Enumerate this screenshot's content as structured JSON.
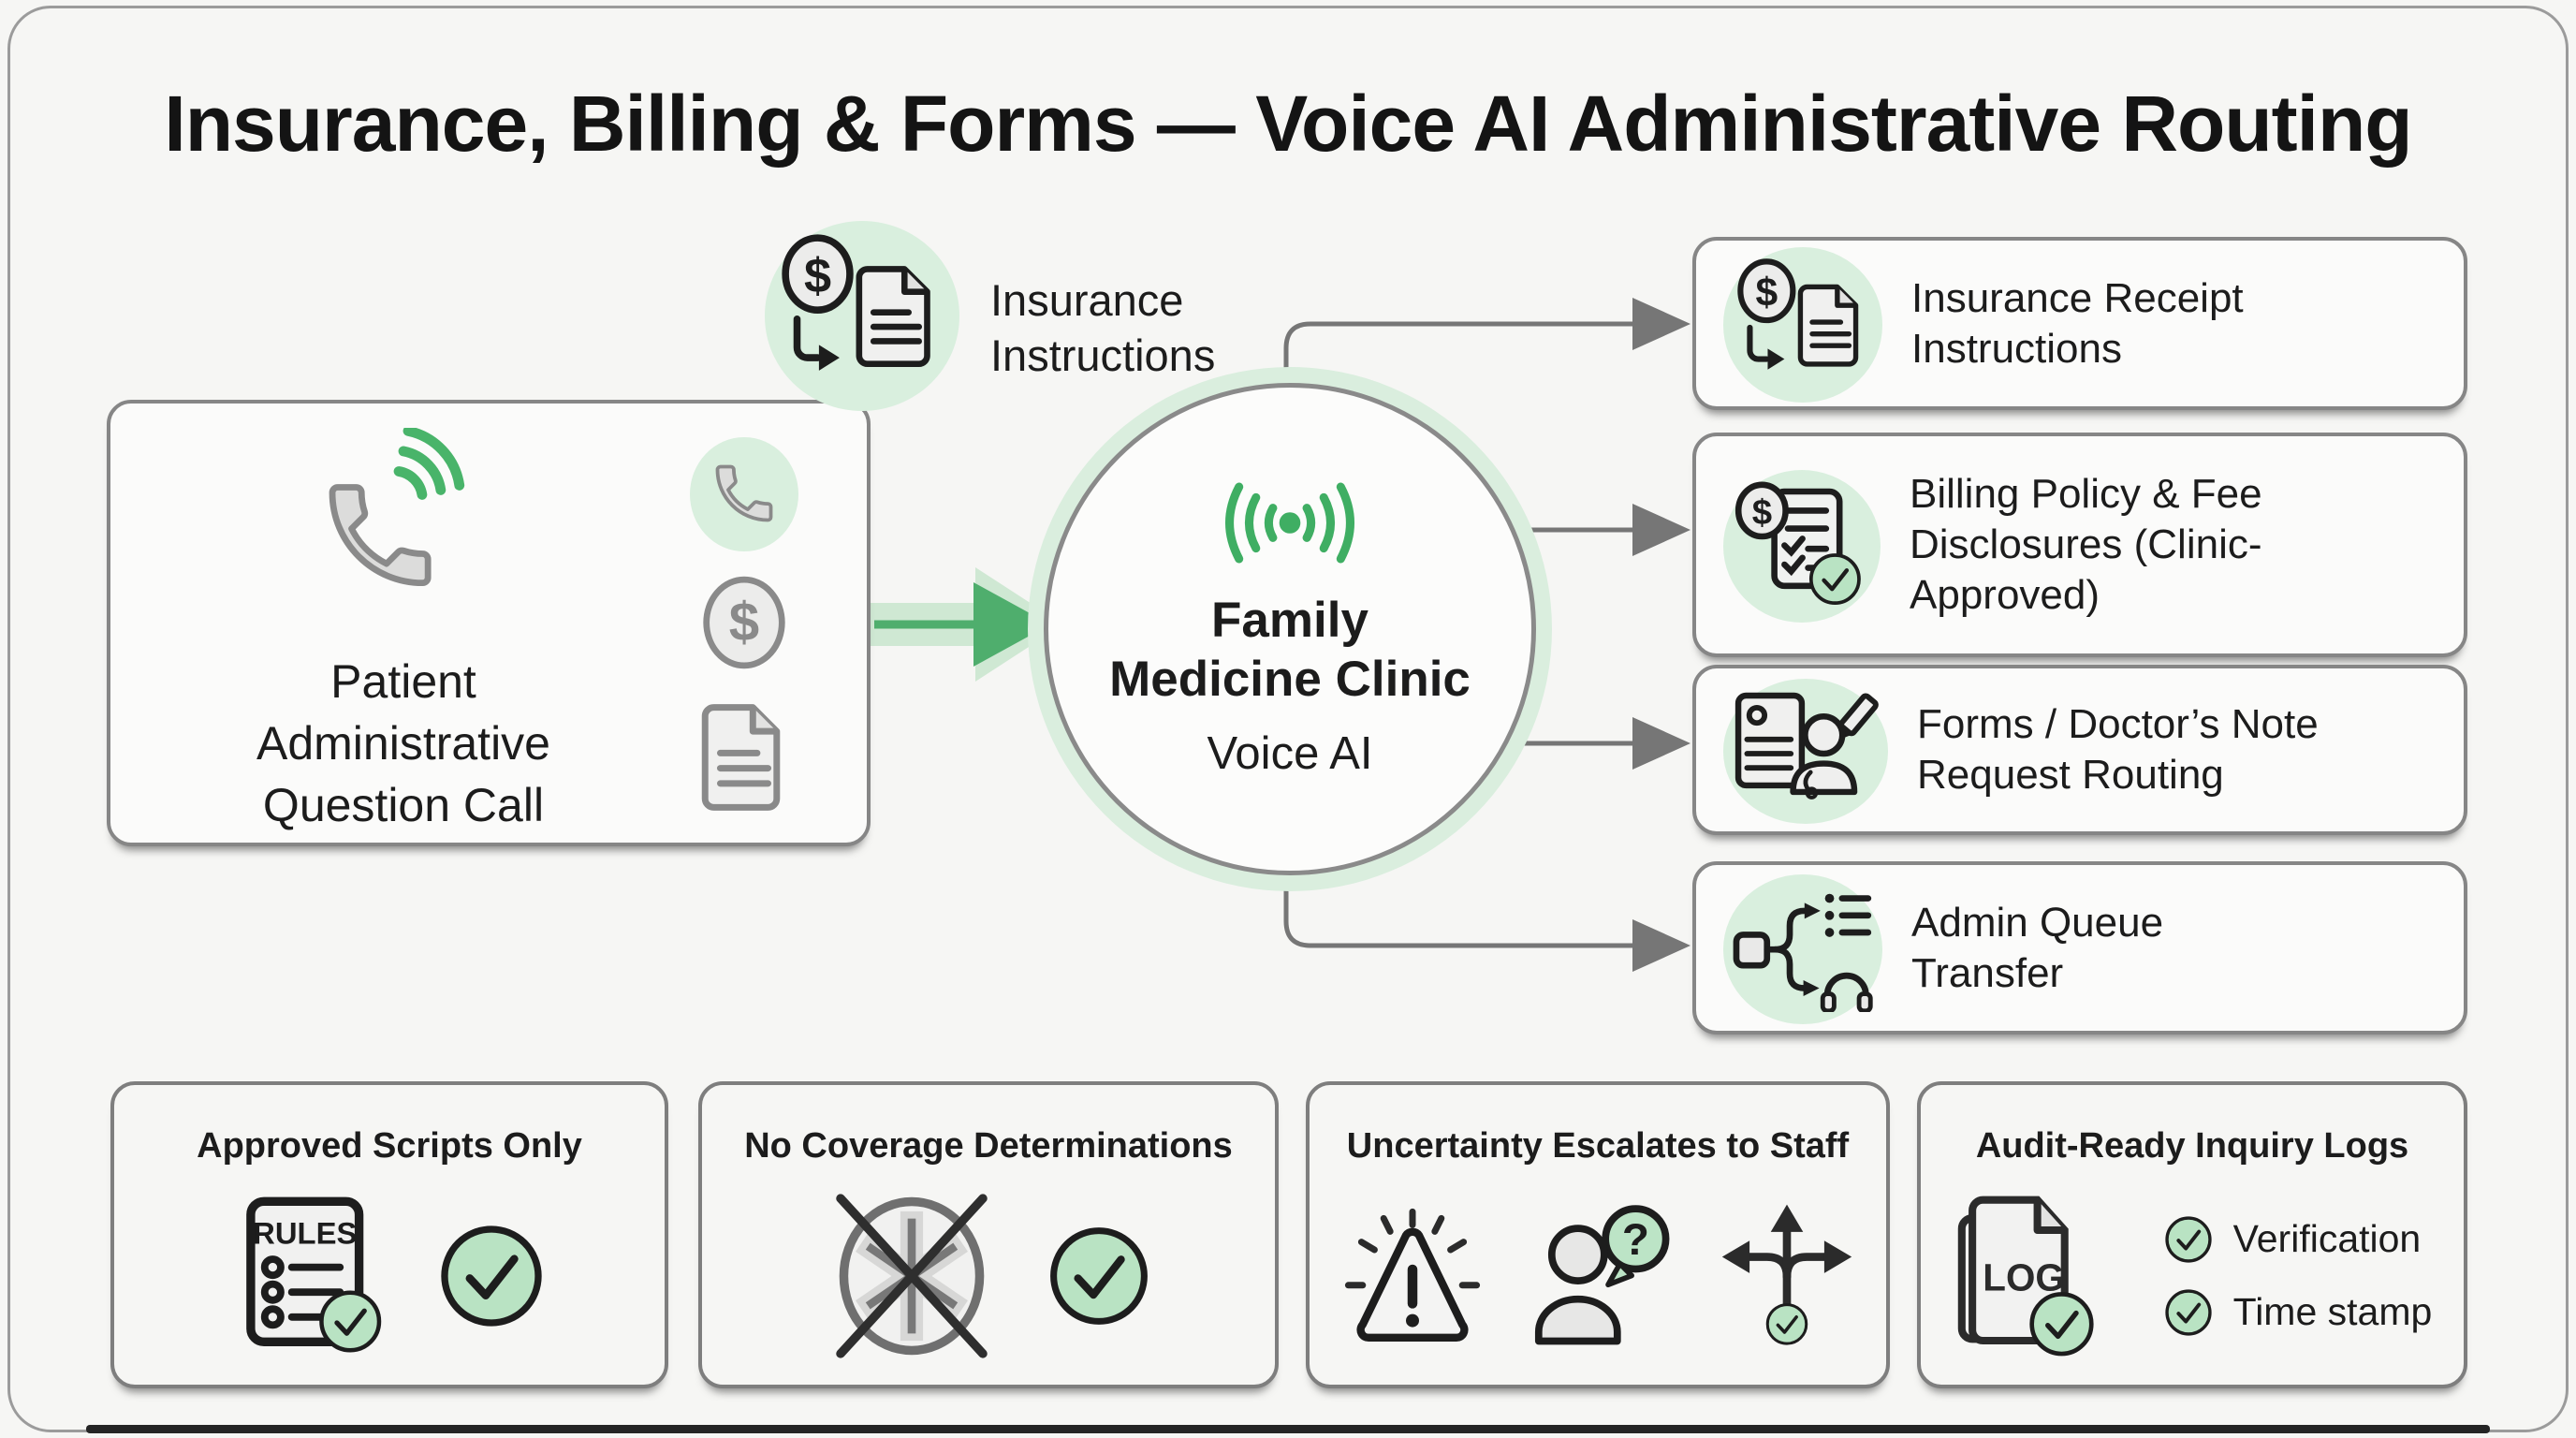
{
  "page": {
    "title": "Insurance, Billing & Forms — Voice AI Administrative Routing"
  },
  "caller_box": {
    "label": "Patient Administrative Question Call",
    "icons": [
      "phone-call-icon",
      "phone-icon",
      "dollar-coin-icon",
      "document-icon"
    ]
  },
  "insurance_label": {
    "text": "Insurance Instructions",
    "icon": "dollar-document-icon"
  },
  "hub": {
    "name_line1": "Family",
    "name_line2": "Medicine Clinic",
    "subtitle": "Voice AI",
    "icon": "voice-signal-icon"
  },
  "routes": [
    {
      "label": "Insurance Receipt Instructions",
      "icon": "dollar-document-icon"
    },
    {
      "label": "Billing Policy & Fee Disclosures (Clinic-Approved)",
      "icon": "billing-checklist-icon"
    },
    {
      "label": "Forms / Doctor’s Note Request Routing",
      "icon": "forms-doctor-note-icon"
    },
    {
      "label": "Admin Queue Transfer",
      "icon": "queue-transfer-icon"
    }
  ],
  "policies": [
    {
      "title": "Approved Scripts Only",
      "doc_label": "RULES",
      "icons": [
        "rules-document-icon",
        "check-circle-icon"
      ]
    },
    {
      "title": "No Coverage Determinations",
      "icons": [
        "no-coverage-icon",
        "check-circle-icon"
      ]
    },
    {
      "title": "Uncertainty Escalates to Staff",
      "icons": [
        "warning-icon",
        "person-question-icon",
        "branch-arrows-icon"
      ]
    },
    {
      "title": "Audit-Ready Inquiry Logs",
      "doc_label": "LOG",
      "checks": [
        "Verification",
        "Time stamp"
      ]
    }
  ],
  "colors": {
    "accent_green": "#3fae63",
    "light_green": "#daefde",
    "check_green": "#b9e3c3",
    "border_gray": "#8a8a8a",
    "connector_gray": "#767676",
    "text": "#1c1c1c",
    "box_bg": "#fbfbfa",
    "canvas_bg": "#f6f6f4"
  }
}
